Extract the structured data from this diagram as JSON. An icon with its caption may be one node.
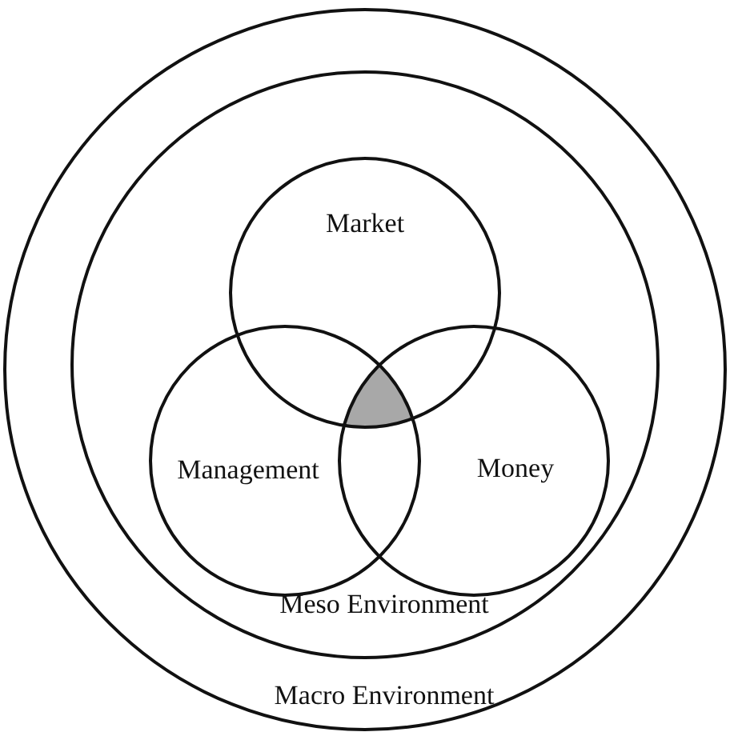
{
  "diagram": {
    "nodes": [
      {
        "text": [
          "Macro Environment"
        ]
      },
      {
        "text": [
          "Meso Environment"
        ],
        "in": 0
      },
      {
        "text": [
          "Market"
        ],
        "in": 1
      },
      {
        "text": [
          "Management"
        ],
        "in": 1
      },
      {
        "text": [
          "Money"
        ],
        "in": 1
      }
    ]
  }
}
